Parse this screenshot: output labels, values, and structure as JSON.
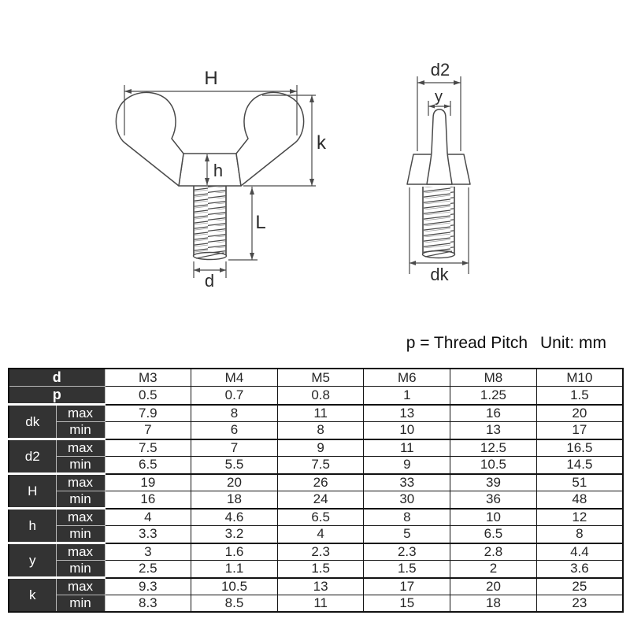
{
  "note": {
    "pitch": "p = Thread Pitch",
    "unit": "Unit: mm"
  },
  "drawing": {
    "front_labels": {
      "H": "H",
      "k": "k",
      "h": "h",
      "L": "L",
      "d": "d"
    },
    "side_labels": {
      "d2": "d2",
      "y": "y",
      "dk": "dk"
    }
  },
  "table": {
    "size_row": {
      "label": "d",
      "values": [
        "M3",
        "M4",
        "M5",
        "M6",
        "M8",
        "M10"
      ]
    },
    "pitch_row": {
      "label": "p",
      "values": [
        "0.5",
        "0.7",
        "0.8",
        "1",
        "1.25",
        "1.5"
      ]
    },
    "sub_max": "max",
    "sub_min": "min",
    "groups": [
      {
        "label": "dk",
        "max": [
          "7.9",
          "8",
          "11",
          "13",
          "16",
          "20"
        ],
        "min": [
          "7",
          "6",
          "8",
          "10",
          "13",
          "17"
        ]
      },
      {
        "label": "d2",
        "max": [
          "7.5",
          "7",
          "9",
          "11",
          "12.5",
          "16.5"
        ],
        "min": [
          "6.5",
          "5.5",
          "7.5",
          "9",
          "10.5",
          "14.5"
        ]
      },
      {
        "label": "H",
        "max": [
          "19",
          "20",
          "26",
          "33",
          "39",
          "51"
        ],
        "min": [
          "16",
          "18",
          "24",
          "30",
          "36",
          "48"
        ]
      },
      {
        "label": "h",
        "max": [
          "4",
          "4.6",
          "6.5",
          "8",
          "10",
          "12"
        ],
        "min": [
          "3.3",
          "3.2",
          "4",
          "5",
          "6.5",
          "8"
        ]
      },
      {
        "label": "y",
        "max": [
          "3",
          "1.6",
          "2.3",
          "2.3",
          "2.8",
          "4.4"
        ],
        "min": [
          "2.5",
          "1.1",
          "1.5",
          "1.5",
          "2",
          "3.6"
        ]
      },
      {
        "label": "k",
        "max": [
          "9.3",
          "10.5",
          "13",
          "17",
          "20",
          "25"
        ],
        "min": [
          "8.3",
          "8.5",
          "11",
          "15",
          "18",
          "23"
        ]
      }
    ]
  },
  "colors": {
    "header_bg": "#333333",
    "header_text": "#ffffff",
    "grid_dark": "#141414",
    "grid_light": "#b9b9b9",
    "line": "#4a4a4a",
    "text": "#262626",
    "background": "#ffffff"
  }
}
